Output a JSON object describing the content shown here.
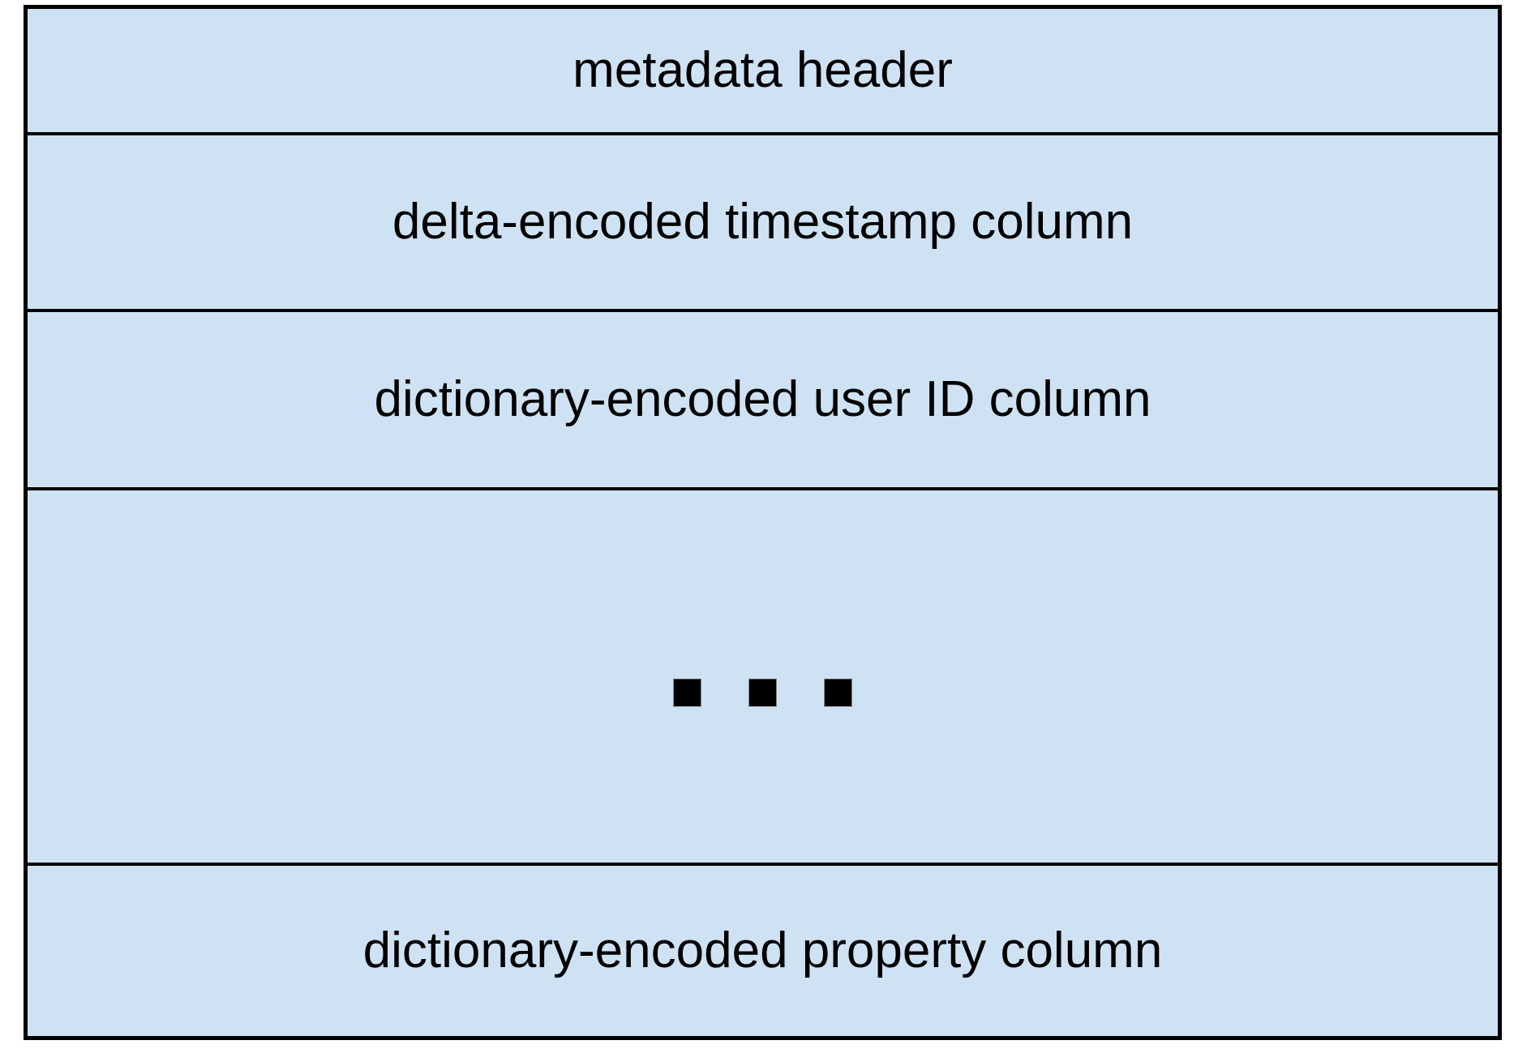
{
  "diagram": {
    "rows": [
      {
        "label": "metadata header"
      },
      {
        "label": "delta-encoded timestamp column"
      },
      {
        "label": "dictionary-encoded user ID column"
      },
      {
        "label": "ellipsis-squares",
        "squares": 3
      },
      {
        "label": "dictionary-encoded property column"
      }
    ],
    "colors": {
      "fill": "#cfe2f3",
      "border": "#000000",
      "background": "#ffffff",
      "text": "#000000"
    }
  }
}
